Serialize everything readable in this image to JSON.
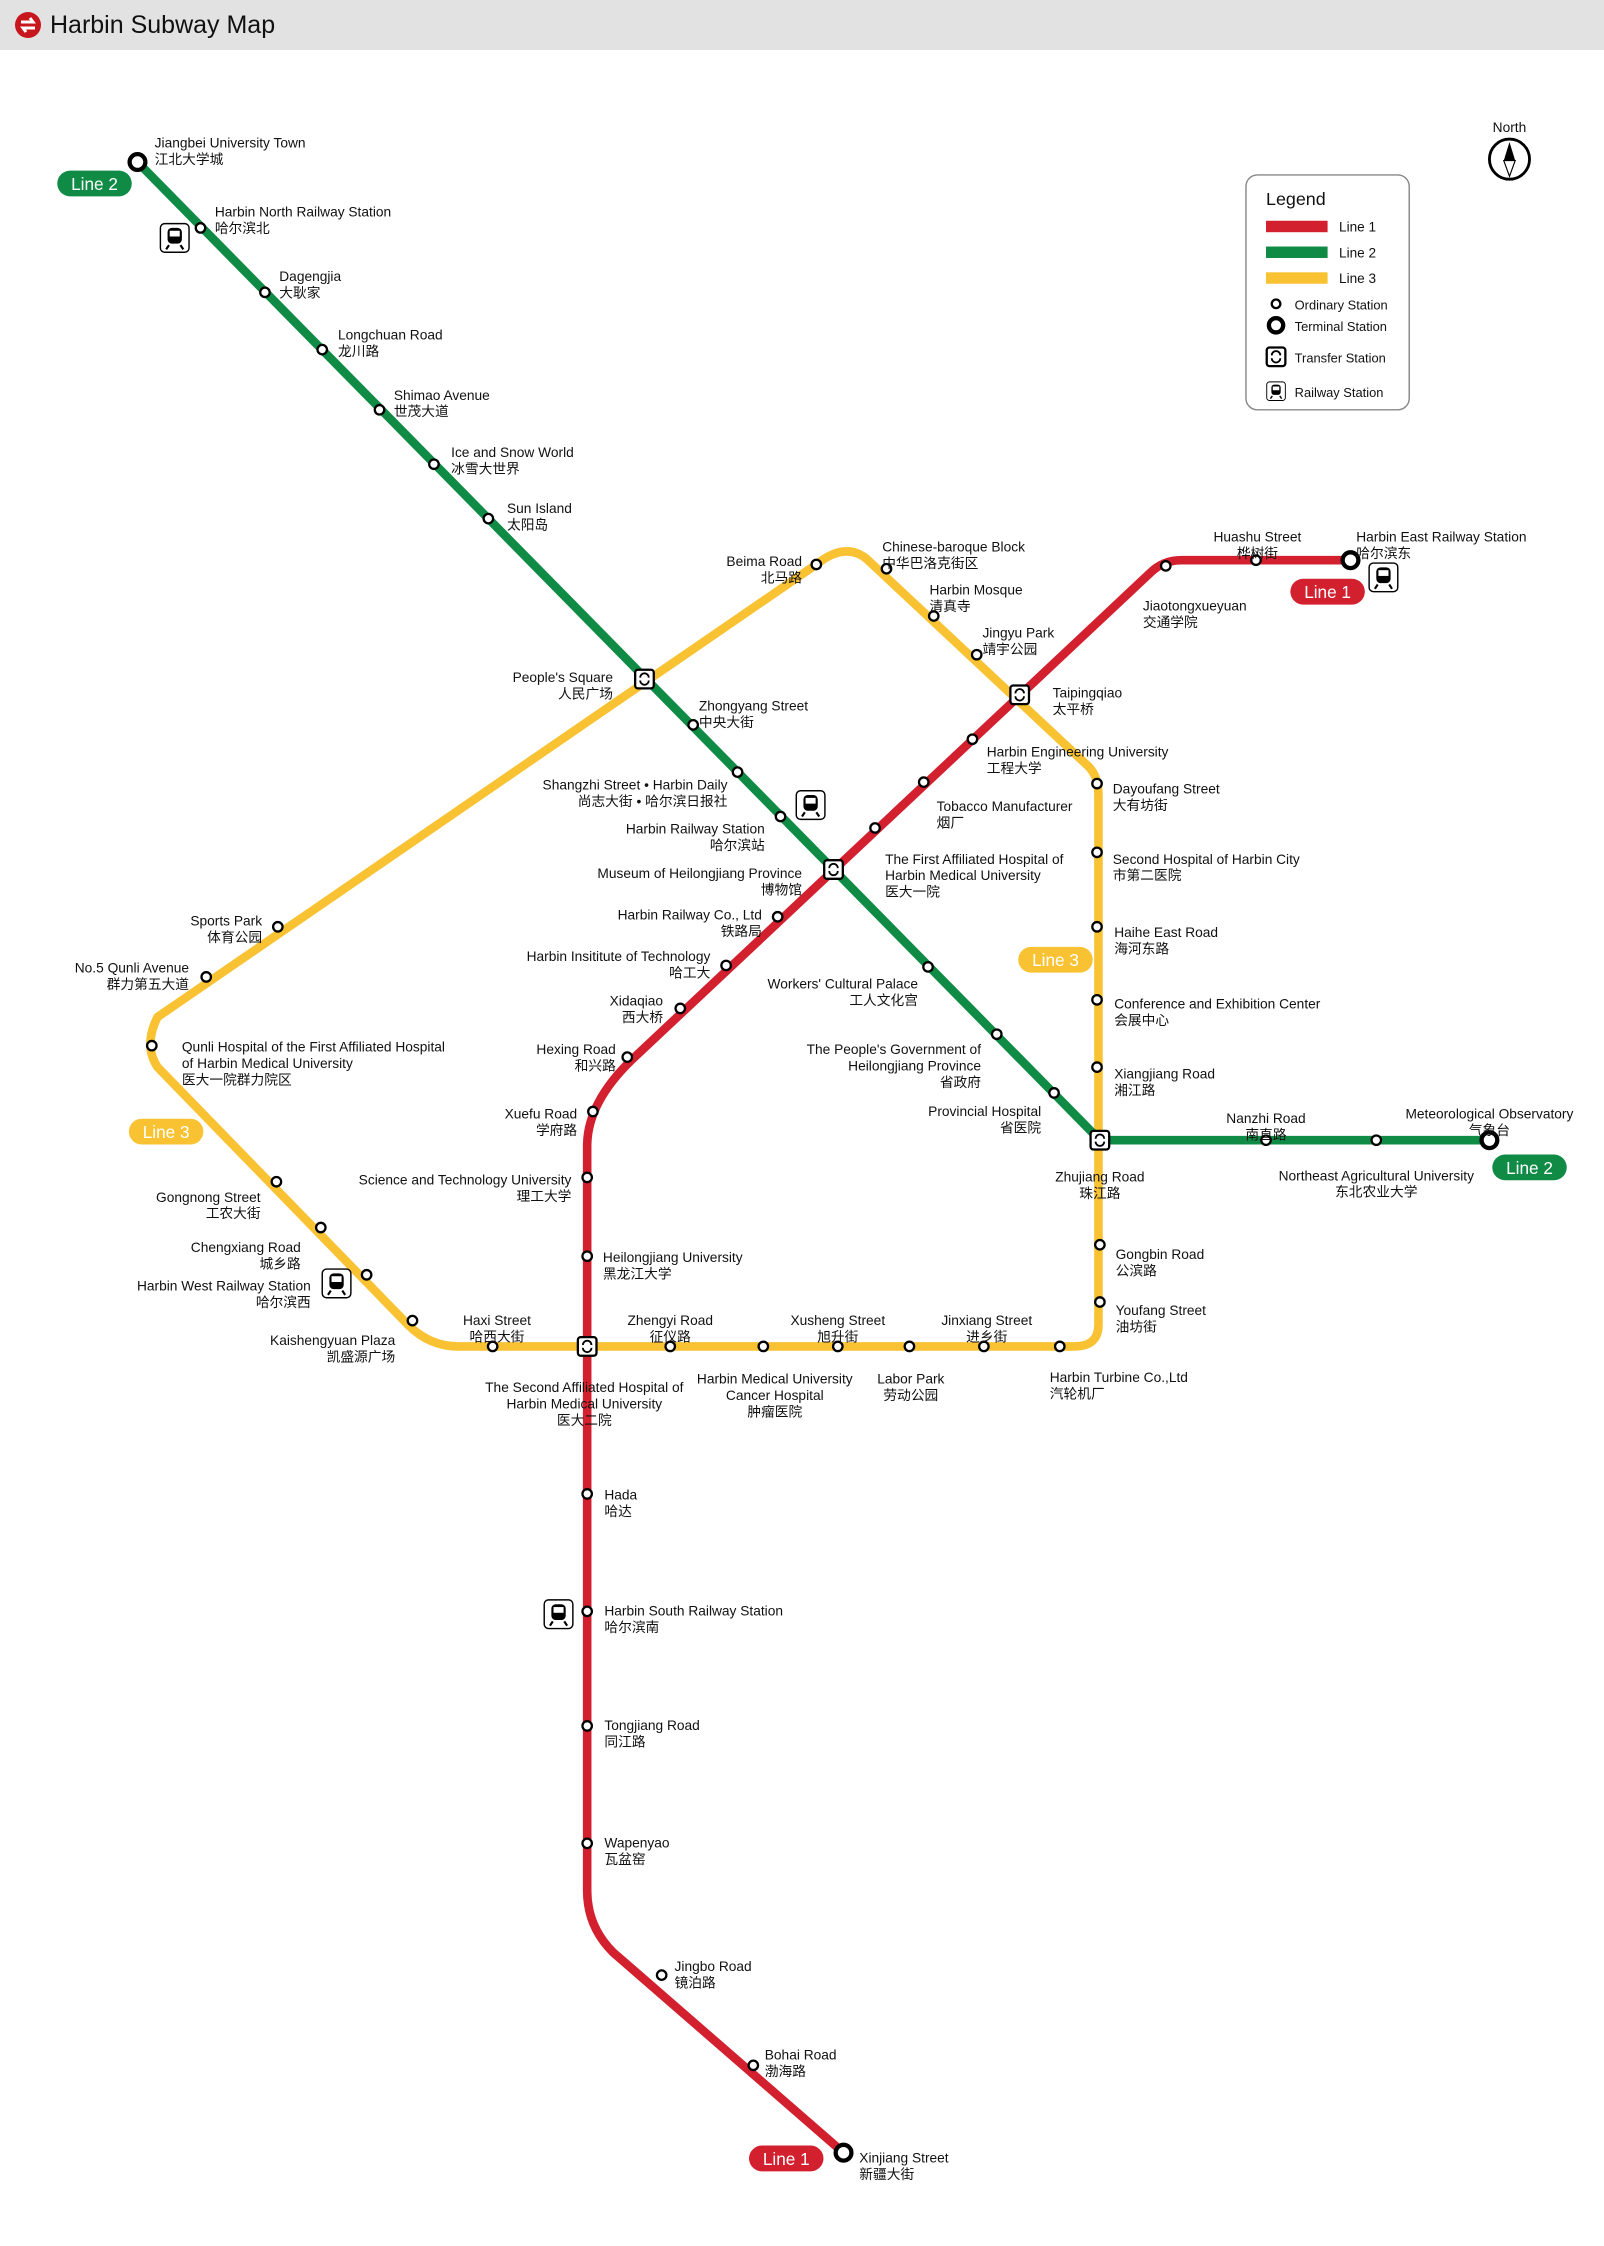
{
  "header": {
    "title": "Harbin Subway Map",
    "logo_icon": "harbin-metro-logo"
  },
  "colors": {
    "line1": "#d2202f",
    "line2": "#0f8b45",
    "line3": "#f8c232"
  },
  "compass": {
    "label": "North"
  },
  "legend": {
    "title": "Legend",
    "items": [
      "Line 1",
      "Line 2",
      "Line 3",
      "Ordinary Station",
      "Terminal Station",
      "Transfer Station",
      "Railway Station"
    ]
  },
  "badges": {
    "line1": "Line 1",
    "line2": "Line 2",
    "line3": "Line 3"
  },
  "stations": {
    "jiangbei": {
      "en": [
        "Jiangbei University Town"
      ],
      "zh": "江北大学城",
      "type": "terminal"
    },
    "harbin_north": {
      "en": [
        "Harbin North Railway Station"
      ],
      "zh": "哈尔滨北",
      "type": "ordinary"
    },
    "dagengjia": {
      "en": [
        "Dagengjia"
      ],
      "zh": "大耿家",
      "type": "ordinary"
    },
    "longchuan": {
      "en": [
        "Longchuan Road"
      ],
      "zh": "龙川路",
      "type": "ordinary"
    },
    "shimao": {
      "en": [
        "Shimao Avenue"
      ],
      "zh": "世茂大道",
      "type": "ordinary"
    },
    "ice_snow": {
      "en": [
        "Ice and Snow World"
      ],
      "zh": "冰雪大世界",
      "type": "ordinary"
    },
    "sun_island": {
      "en": [
        "Sun Island"
      ],
      "zh": "太阳岛",
      "type": "ordinary"
    },
    "peoples_square": {
      "en": [
        "People's Square"
      ],
      "zh": "人民广场",
      "type": "transfer"
    },
    "zhongyang": {
      "en": [
        "Zhongyang Street"
      ],
      "zh": "中央大街",
      "type": "ordinary"
    },
    "shangzhi": {
      "en": [
        "Shangzhi Street • Harbin Daily"
      ],
      "zh": "尚志大街 • 哈尔滨日报社",
      "type": "ordinary"
    },
    "harbin_railway": {
      "en": [
        "Harbin Railway Station"
      ],
      "zh": "哈尔滨站",
      "type": "ordinary"
    },
    "museum": {
      "en": [
        "Museum of Heilongjiang Province"
      ],
      "zh": "博物馆",
      "type": "transfer"
    },
    "workers": {
      "en": [
        "Workers' Cultural Palace"
      ],
      "zh": "工人文化宫",
      "type": "ordinary"
    },
    "peoples_gov": {
      "en": [
        "The People's Government of",
        "Heilongjiang Province"
      ],
      "zh": "省政府",
      "type": "ordinary"
    },
    "provincial_hospital": {
      "en": [
        "Provincial Hospital"
      ],
      "zh": "省医院",
      "type": "ordinary"
    },
    "zhujiang": {
      "en": [
        "Zhujiang Road"
      ],
      "zh": "珠江路",
      "type": "transfer"
    },
    "nanzhi": {
      "en": [
        "Nanzhi Road"
      ],
      "zh": "南直路",
      "type": "ordinary"
    },
    "ne_agri": {
      "en": [
        "Northeast Agricultural University"
      ],
      "zh": "东北农业大学",
      "type": "ordinary"
    },
    "meteorological": {
      "en": [
        "Meteorological Observatory"
      ],
      "zh": "气象台",
      "type": "terminal"
    },
    "harbin_east": {
      "en": [
        "Harbin East Railway Station"
      ],
      "zh": "哈尔滨东",
      "type": "terminal"
    },
    "huashu": {
      "en": [
        "Huashu Street"
      ],
      "zh": "桦树街",
      "type": "ordinary"
    },
    "jiaotong": {
      "en": [
        "Jiaotongxueyuan"
      ],
      "zh": "交通学院",
      "type": "ordinary"
    },
    "taipingqiao": {
      "en": [
        "Taipingqiao"
      ],
      "zh": "太平桥",
      "type": "transfer"
    },
    "engineering": {
      "en": [
        "Harbin Engineering University"
      ],
      "zh": "工程大学",
      "type": "ordinary"
    },
    "tobacco": {
      "en": [
        "Tobacco Manufacturer"
      ],
      "zh": "烟厂",
      "type": "ordinary"
    },
    "first_affiliated": {
      "en": [
        "The First Affiliated Hospital of",
        "Harbin Medical University"
      ],
      "zh": "医大一院",
      "type": "ordinary"
    },
    "railway_co": {
      "en": [
        "Harbin Railway Co., Ltd"
      ],
      "zh": "铁路局",
      "type": "ordinary"
    },
    "hit": {
      "en": [
        "Harbin Insititute of Technology"
      ],
      "zh": "哈工大",
      "type": "ordinary"
    },
    "xidaqiao": {
      "en": [
        "Xidaqiao"
      ],
      "zh": "西大桥",
      "type": "ordinary"
    },
    "hexing": {
      "en": [
        "Hexing Road"
      ],
      "zh": "和兴路",
      "type": "ordinary"
    },
    "xuefu": {
      "en": [
        "Xuefu Road"
      ],
      "zh": "学府路",
      "type": "ordinary"
    },
    "scitech": {
      "en": [
        "Science and Technology University"
      ],
      "zh": "理工大学",
      "type": "ordinary"
    },
    "hlj_univ": {
      "en": [
        "Heilongjiang University"
      ],
      "zh": "黑龙江大学",
      "type": "ordinary"
    },
    "second_affiliated": {
      "en": [
        "The Second Affiliated Hospital of",
        "Harbin Medical University"
      ],
      "zh": "医大二院",
      "type": "transfer"
    },
    "hada": {
      "en": [
        "Hada"
      ],
      "zh": "哈达",
      "type": "ordinary"
    },
    "harbin_south": {
      "en": [
        "Harbin South Railway Station"
      ],
      "zh": "哈尔滨南",
      "type": "ordinary"
    },
    "tongjiang": {
      "en": [
        "Tongjiang Road"
      ],
      "zh": "同江路",
      "type": "ordinary"
    },
    "wapenyao": {
      "en": [
        "Wapenyao"
      ],
      "zh": "瓦盆窑",
      "type": "ordinary"
    },
    "jingbo": {
      "en": [
        "Jingbo Road"
      ],
      "zh": "镜泊路",
      "type": "ordinary"
    },
    "bohai": {
      "en": [
        "Bohai Road"
      ],
      "zh": "渤海路",
      "type": "ordinary"
    },
    "xinjiang": {
      "en": [
        "Xinjiang Street"
      ],
      "zh": "新疆大街",
      "type": "terminal"
    },
    "beima": {
      "en": [
        "Beima Road"
      ],
      "zh": "北马路",
      "type": "ordinary"
    },
    "baroque": {
      "en": [
        "Chinese-baroque Block"
      ],
      "zh": "中华巴洛克街区",
      "type": "ordinary"
    },
    "mosque": {
      "en": [
        "Harbin Mosque"
      ],
      "zh": "清真寺",
      "type": "ordinary"
    },
    "jingyu": {
      "en": [
        "Jingyu Park"
      ],
      "zh": "靖宇公园",
      "type": "ordinary"
    },
    "dayoufang": {
      "en": [
        "Dayoufang Street"
      ],
      "zh": "大有坊街",
      "type": "ordinary"
    },
    "second_hospital": {
      "en": [
        "Second Hospital of Harbin City"
      ],
      "zh": "市第二医院",
      "type": "ordinary"
    },
    "haihe": {
      "en": [
        "Haihe East Road"
      ],
      "zh": "海河东路",
      "type": "ordinary"
    },
    "conference": {
      "en": [
        "Conference and Exhibition Center"
      ],
      "zh": "会展中心",
      "type": "ordinary"
    },
    "xiangjiang": {
      "en": [
        "Xiangjiang Road"
      ],
      "zh": "湘江路",
      "type": "ordinary"
    },
    "gongbin": {
      "en": [
        "Gongbin Road"
      ],
      "zh": "公滨路",
      "type": "ordinary"
    },
    "youfang": {
      "en": [
        "Youfang Street"
      ],
      "zh": "油坊街",
      "type": "ordinary"
    },
    "turbine": {
      "en": [
        "Harbin Turbine Co.,Ltd"
      ],
      "zh": "汽轮机厂",
      "type": "ordinary"
    },
    "jinxiang": {
      "en": [
        "Jinxiang Street"
      ],
      "zh": "进乡街",
      "type": "ordinary"
    },
    "labor_park": {
      "en": [
        "Labor Park"
      ],
      "zh": "劳动公园",
      "type": "ordinary"
    },
    "xusheng": {
      "en": [
        "Xusheng Street"
      ],
      "zh": "旭升街",
      "type": "ordinary"
    },
    "cancer": {
      "en": [
        "Harbin Medical University",
        "Cancer Hospital"
      ],
      "zh": "肿瘤医院",
      "type": "ordinary"
    },
    "zhengyi": {
      "en": [
        "Zhengyi Road"
      ],
      "zh": "征仪路",
      "type": "ordinary"
    },
    "haxi": {
      "en": [
        "Haxi Street"
      ],
      "zh": "哈西大街",
      "type": "ordinary"
    },
    "kaishengyuan": {
      "en": [
        "Kaishengyuan Plaza"
      ],
      "zh": "凯盛源广场",
      "type": "ordinary"
    },
    "harbin_west": {
      "en": [
        "Harbin West Railway Station"
      ],
      "zh": "哈尔滨西",
      "type": "ordinary"
    },
    "chengxiang": {
      "en": [
        "Chengxiang Road"
      ],
      "zh": "城乡路",
      "type": "ordinary"
    },
    "gongnong": {
      "en": [
        "Gongnong Street"
      ],
      "zh": "工农大街",
      "type": "ordinary"
    },
    "qunli": {
      "en": [
        "Qunli Hospital of the First Affiliated Hospital",
        "of Harbin Medical University"
      ],
      "zh": "医大一院群力院区",
      "type": "ordinary"
    },
    "no5_qunli": {
      "en": [
        "No.5 Qunli Avenue"
      ],
      "zh": "群力第五大道",
      "type": "ordinary"
    },
    "sports_park": {
      "en": [
        "Sports Park"
      ],
      "zh": "体育公园",
      "type": "ordinary"
    }
  }
}
